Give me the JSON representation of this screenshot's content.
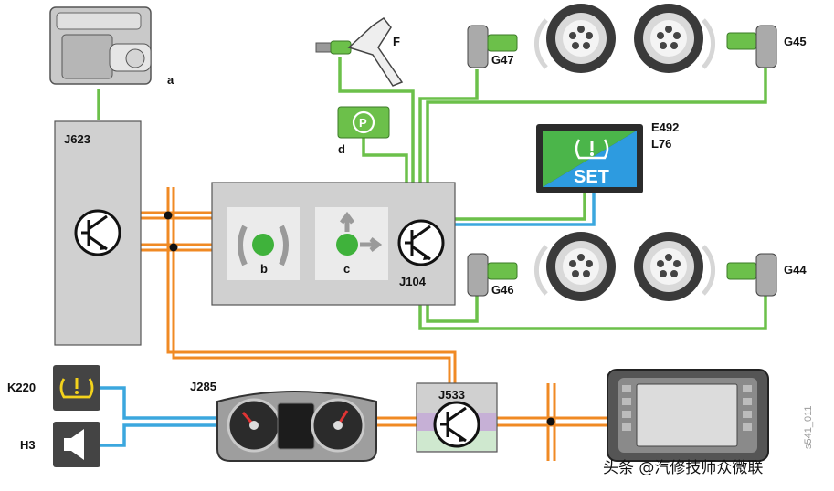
{
  "labels": {
    "engine_tag": "a",
    "j623": "J623",
    "parking_tag": "d",
    "pedal": "F",
    "g47": "G47",
    "g45": "G45",
    "e492": "E492",
    "l76": "L76",
    "set_button": "SET",
    "motion_b": "b",
    "motion_c": "c",
    "j104": "J104",
    "g46": "G46",
    "g44": "G44",
    "k220": "K220",
    "h3": "H3",
    "j285": "J285",
    "j533": "J533"
  },
  "figure_code": "s541_011",
  "watermark": "头条 @汽修技师众微联",
  "colors": {
    "can_powertrain": "#f08a24",
    "sensor_wire": "#6cc04a",
    "lin_bus": "#3ba7de",
    "module_fill": "#d0d0d0",
    "tpms_warning": "#f3d21c"
  }
}
